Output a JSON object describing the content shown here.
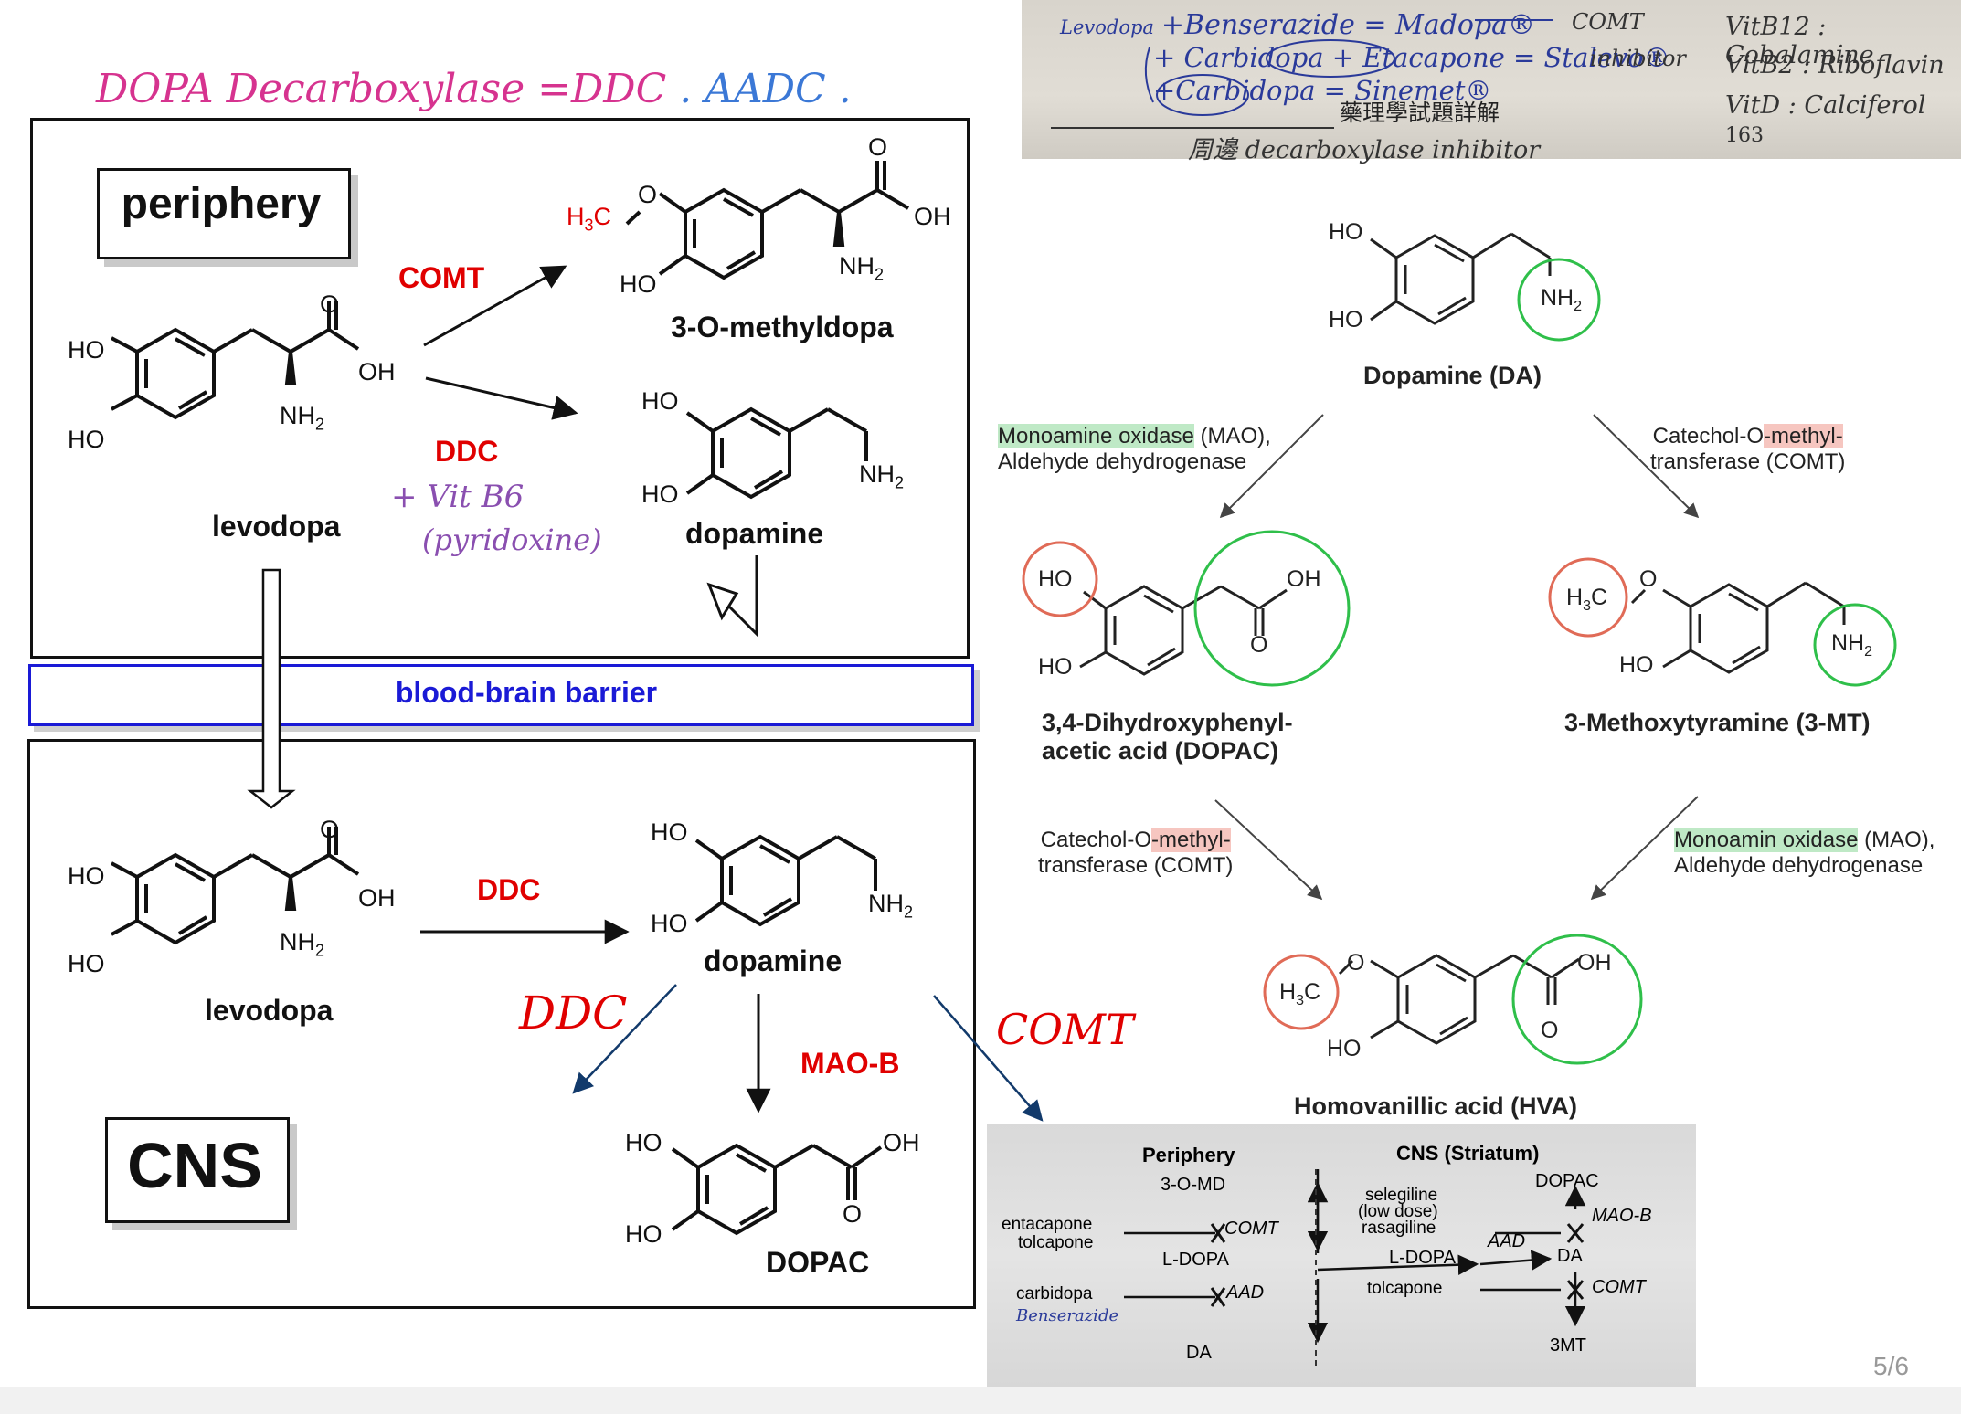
{
  "header": {
    "handwritten_title": "DOPA Decarboxylase",
    "handwritten_eq": "=DDC",
    "handwritten_aadc": ". AADC ."
  },
  "left": {
    "periphery_label": "periphery",
    "cns_label": "CNS",
    "bbb_label": "blood-brain barrier",
    "comt_label": "COMT",
    "ddc_label": "DDC",
    "ddc_label2": "DDC",
    "mao_b_label": "MAO-B",
    "hw_vitb6": "+ Vit B6",
    "hw_pyridoxine": "(pyridoxine)",
    "hw_ddc": "DDC",
    "hw_comt": "COMT",
    "compound_omd": "3-O-methyldopa",
    "compound_dopamine": "dopamine",
    "compound_levodopa": "levodopa",
    "compound_levodopa2": "levodopa",
    "compound_dopamine2": "dopamine",
    "compound_dopac": "DOPAC",
    "atoms": {
      "ho": "HO",
      "oh": "OH",
      "o": "O",
      "nh2": "NH",
      "sub2": "2",
      "h3c": "H",
      "sub3": "3",
      "c": "C"
    }
  },
  "photo_note": {
    "line1a": "Levodopa",
    "line1b": "+Benserazide = Madopa®",
    "line1c": "COMT",
    "line2": "+ Carbidopa + Etacapone = Stalevo®",
    "line2b": "inhibitor",
    "line3": "+Carbidopa = Sinemet®",
    "line3b": "藥理學試題詳解",
    "line4": "周邊 decarboxylase inhibitor",
    "vit1": "VitB12 : Cobalamine",
    "vit2": "VitB2 : Riboflavin",
    "vit3": "VitD : Calciferol",
    "vit3b": "163"
  },
  "right": {
    "dopamine_label": "Dopamine (DA)",
    "mao1_hl": "Monoamine oxidase",
    "mao1_rest": "(MAO),",
    "mao1_line2": "Aldehyde dehydrogenase",
    "comt1_a": "Catechol-O",
    "comt1_hl": "-methyl-",
    "comt1_line2": "transferase (COMT)",
    "dopac_line1": "3,4-Dihydroxyphenyl-",
    "dopac_line2": "acetic acid (DOPAC)",
    "mt_label": "3-Methoxytyramine (3-MT)",
    "comt2_a": "Catechol-O",
    "comt2_hl": "-methyl-",
    "comt2_line2": "transferase (COMT)",
    "mao2_hl": "Monoamin oxidase",
    "mao2_rest": "(MAO),",
    "mao2_line2": "Aldehyde dehydrogenase",
    "hva_label": "Homovanillic acid (HVA)"
  },
  "scan": {
    "periphery": "Periphery",
    "cns": "CNS (Striatum)",
    "omd": "3-O-MD",
    "entacapone": "entacapone",
    "tolcapone": "tolcapone",
    "comt": "COMT",
    "ldopa": "L-DOPA",
    "carbidopa": "carbidopa",
    "benserazide": "Benserazide",
    "aad": "AAD",
    "da": "DA",
    "dopac": "DOPAC",
    "selegiline": "selegiline",
    "lowdose": "(low dose)",
    "rasagiline": "rasagiline",
    "maob": "MAO-B",
    "aad2": "AAD",
    "ldopa2": "L-DOPA",
    "da2": "DA",
    "tolcapone2": "tolcapone",
    "comt2": "COMT",
    "mt3": "3MT"
  },
  "footer": {
    "page": "5/6"
  },
  "colors": {
    "red": "#e00000",
    "blue": "#1a1ad6",
    "navy": "#123a6b",
    "green": "#2fbf4a",
    "salmon": "#e06b57",
    "pink": "#d6338f",
    "purple": "#8a4fb0"
  }
}
